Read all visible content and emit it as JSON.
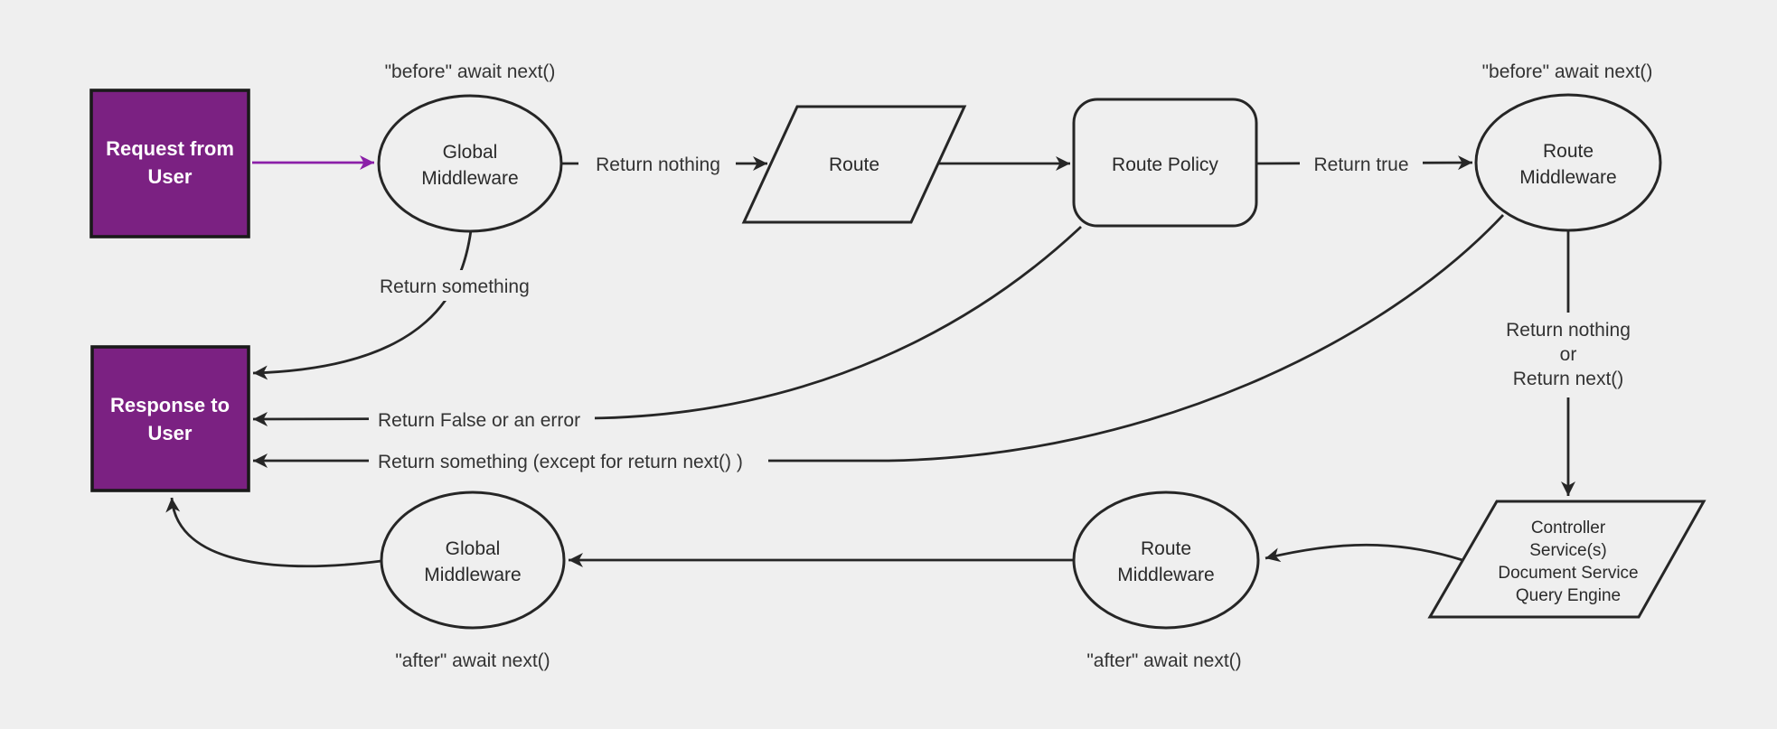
{
  "colors": {
    "background": "#efefef",
    "stroke": "#262626",
    "text": "#2a2a2a",
    "purple_box": "#7b2182",
    "purple_arrow": "#8b1fa8",
    "box_text": "#ffffff"
  },
  "nodes": {
    "request_box": {
      "lines": [
        "Request from",
        "User"
      ]
    },
    "global_middleware_top": {
      "lines": [
        "Global",
        "Middleware"
      ]
    },
    "route": {
      "label": "Route"
    },
    "route_policy": {
      "label": "Route Policy"
    },
    "route_middleware_top": {
      "lines": [
        "Route",
        "Middleware"
      ]
    },
    "controller_block": {
      "lines": [
        "Controller",
        "Service(s)",
        "Document Service",
        "Query Engine"
      ]
    },
    "route_middleware_bottom": {
      "lines": [
        "Route",
        "Middleware"
      ]
    },
    "global_middleware_bottom": {
      "lines": [
        "Global",
        "Middleware"
      ]
    },
    "response_box": {
      "lines": [
        "Response to",
        "User"
      ]
    }
  },
  "edge_labels": {
    "before_await_next_left": "\"before\" await next()",
    "before_await_next_right": "\"before\" await next()",
    "return_nothing": "Return nothing",
    "return_true": "Return true",
    "return_something": "Return something",
    "return_false_or_error": "Return False or an error",
    "return_something_except": "Return something (except for return next() )",
    "return_nothing_or": [
      "Return nothing",
      "or",
      "Return next()"
    ],
    "after_await_next_left": "\"after\" await next()",
    "after_await_next_middle": "\"after\" await next()"
  }
}
